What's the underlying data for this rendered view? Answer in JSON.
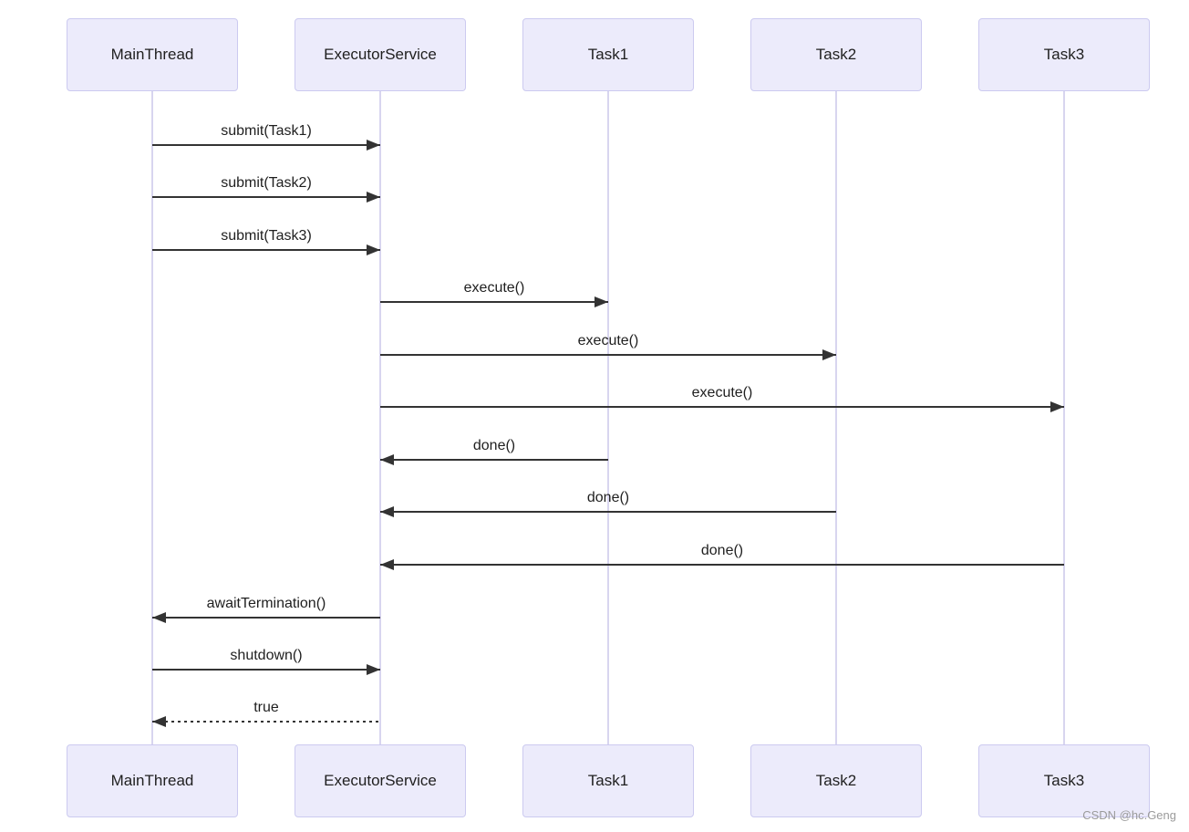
{
  "diagram": {
    "type": "sequence-diagram",
    "actors": [
      {
        "label": "MainThread"
      },
      {
        "label": "ExecutorService"
      },
      {
        "label": "Task1"
      },
      {
        "label": "Task2"
      },
      {
        "label": "Task3"
      }
    ],
    "messages": [
      {
        "from": "MainThread",
        "to": "ExecutorService",
        "label": "submit(Task1)",
        "line": "solid"
      },
      {
        "from": "MainThread",
        "to": "ExecutorService",
        "label": "submit(Task2)",
        "line": "solid"
      },
      {
        "from": "MainThread",
        "to": "ExecutorService",
        "label": "submit(Task3)",
        "line": "solid"
      },
      {
        "from": "ExecutorService",
        "to": "Task1",
        "label": "execute()",
        "line": "solid"
      },
      {
        "from": "ExecutorService",
        "to": "Task2",
        "label": "execute()",
        "line": "solid"
      },
      {
        "from": "ExecutorService",
        "to": "Task3",
        "label": "execute()",
        "line": "solid"
      },
      {
        "from": "Task1",
        "to": "ExecutorService",
        "label": "done()",
        "line": "solid"
      },
      {
        "from": "Task2",
        "to": "ExecutorService",
        "label": "done()",
        "line": "solid"
      },
      {
        "from": "Task3",
        "to": "ExecutorService",
        "label": "done()",
        "line": "solid"
      },
      {
        "from": "ExecutorService",
        "to": "MainThread",
        "label": "awaitTermination()",
        "line": "solid"
      },
      {
        "from": "MainThread",
        "to": "ExecutorService",
        "label": "shutdown()",
        "line": "solid"
      },
      {
        "from": "ExecutorService",
        "to": "MainThread",
        "label": "true",
        "line": "dashed"
      }
    ],
    "watermark": "CSDN @hc.Geng",
    "colors": {
      "background": "#FFFFFF",
      "actor_fill": "#ECEBFB",
      "actor_border": "#CCCAF0",
      "lifeline": "#D8D5EF",
      "arrow": "#333333",
      "text": "#1F1F1F",
      "watermark_color": "#9B9B9B"
    }
  }
}
